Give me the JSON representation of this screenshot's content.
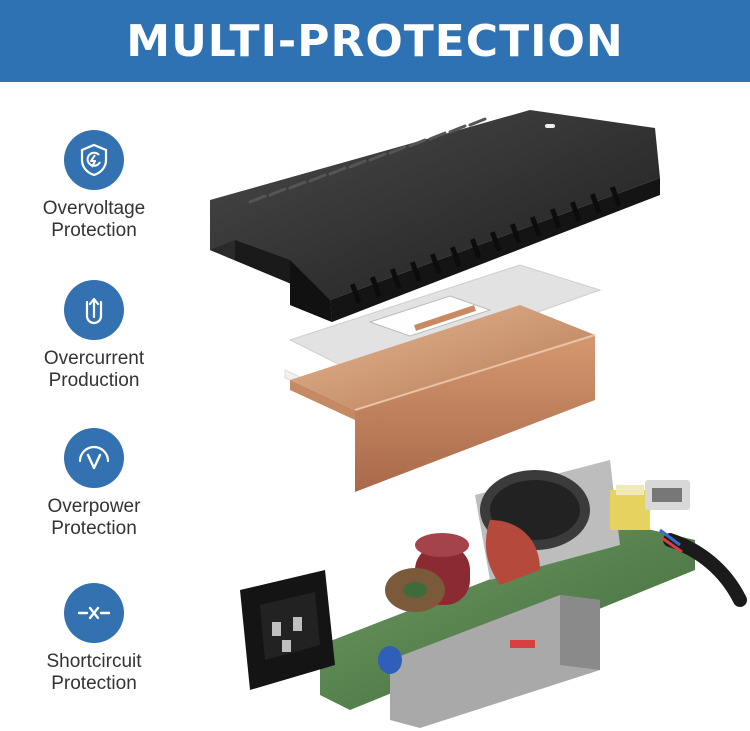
{
  "banner": {
    "title": "MULTI-PROTECTION"
  },
  "colors": {
    "banner": "#2f72b4",
    "icon_circle": "#3471b1",
    "label_text": "#333333"
  },
  "features": [
    {
      "icon": "shield-bolt-icon",
      "line1": "Overvoltage",
      "line2": "Protection"
    },
    {
      "icon": "current-arrow-icon",
      "line1": "Overcurrent",
      "line2": "Production"
    },
    {
      "icon": "gauge-v-icon",
      "line1": "Overpower",
      "line2": "Protection"
    },
    {
      "icon": "shortcircuit-x-icon",
      "line1": "Shortcircuit",
      "line2": "Protection"
    }
  ]
}
